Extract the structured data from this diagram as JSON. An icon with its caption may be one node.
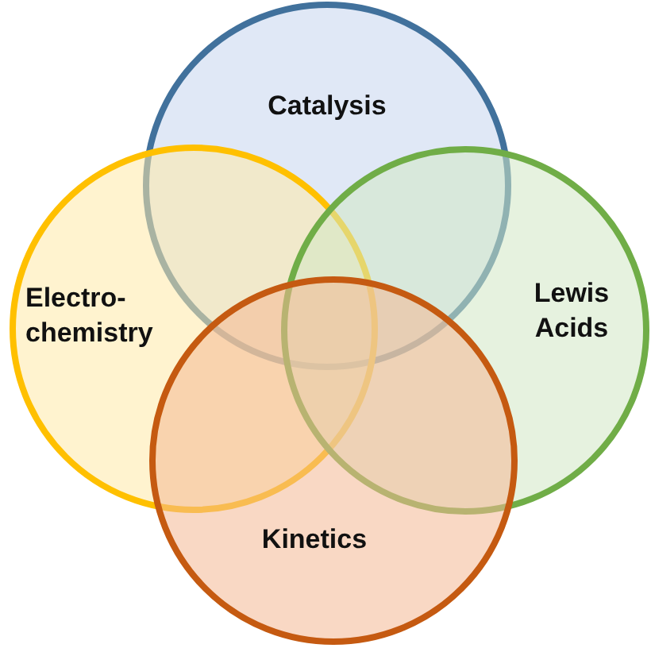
{
  "diagram": {
    "nodes": [
      {
        "text": [
          "Catalysis"
        ]
      },
      {
        "text": [
          "Electro- chemistry"
        ]
      },
      {
        "text": [
          "Lewis Acids"
        ]
      },
      {
        "text": [
          "Kinetics"
        ]
      }
    ]
  }
}
